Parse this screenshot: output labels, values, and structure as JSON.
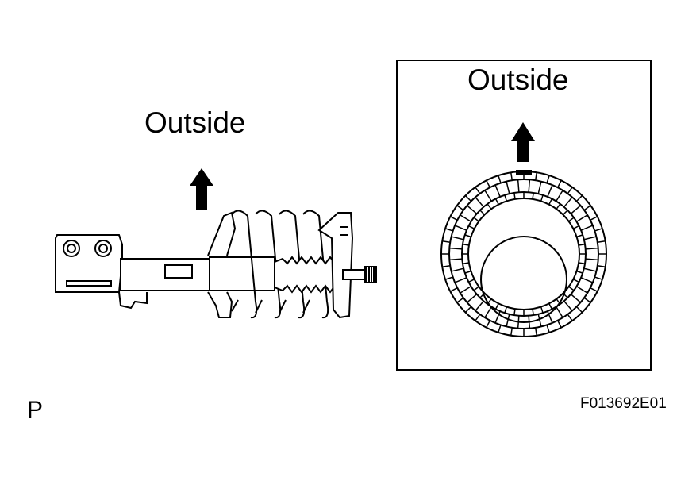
{
  "labels": {
    "left_outside": "Outside",
    "right_outside": "Outside",
    "corner_letter": "P",
    "figure_code": "F013692E01"
  }
}
